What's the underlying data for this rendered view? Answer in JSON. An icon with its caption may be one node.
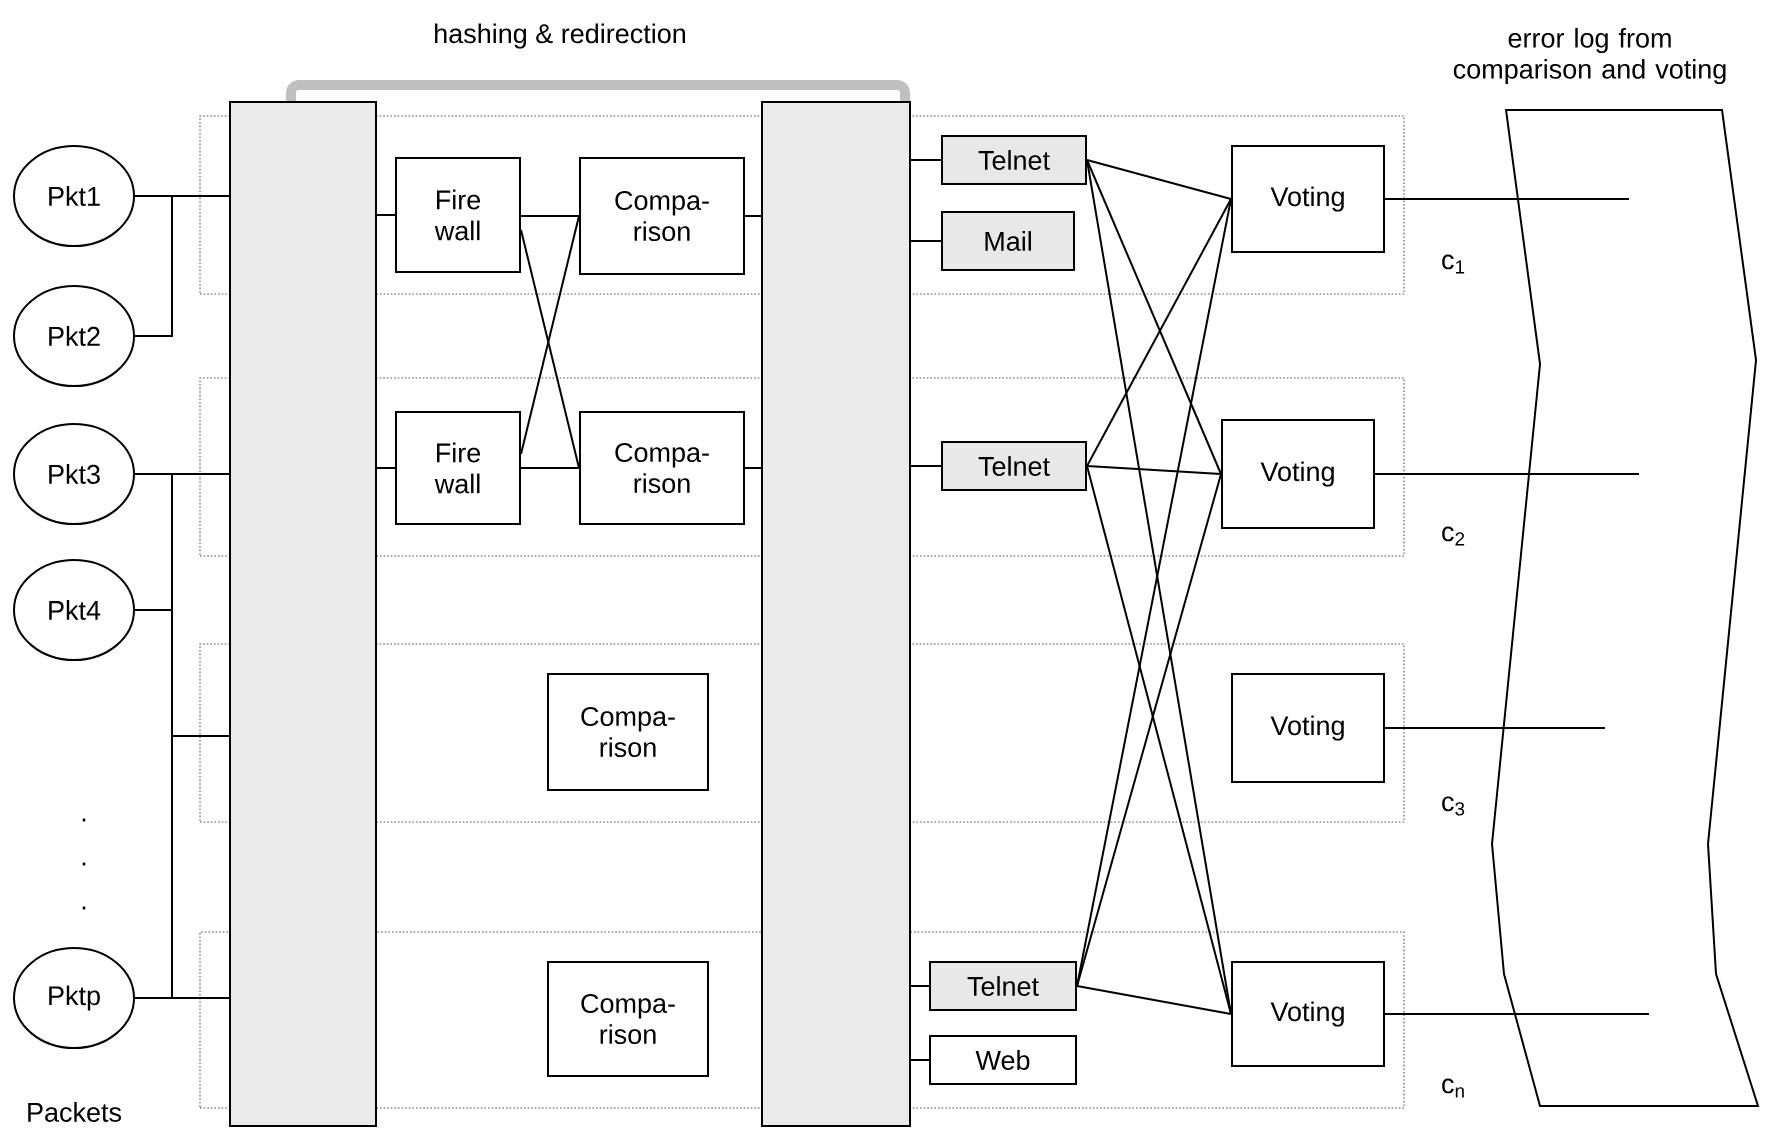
{
  "diagram": {
    "nodes": [
      {
        "text": [
          "Pkt1"
        ]
      },
      {
        "text": [
          "Pkt2"
        ]
      },
      {
        "text": [
          "Pkt3"
        ]
      },
      {
        "text": [
          "Pkt4"
        ]
      },
      {
        "text": [
          "Pktp"
        ]
      },
      {
        "text": [],
        "shape": "bar"
      },
      {
        "text": [],
        "shape": "bar"
      },
      {
        "text": [],
        "shape": "box",
        "beside": [
          "c$_{1}$"
        ]
      },
      {
        "text": [
          "Fire wall"
        ],
        "in": 7
      },
      {
        "text": [
          "Compa- rison"
        ],
        "in": 7
      },
      {
        "text": [
          "Telnet"
        ],
        "in": 7
      },
      {
        "text": [
          "Mail"
        ],
        "in": 7
      },
      {
        "text": [
          "Voting"
        ],
        "in": 7
      },
      {
        "text": [],
        "shape": "box",
        "beside": [
          "c$_{2}$"
        ]
      },
      {
        "text": [
          "Fire wall"
        ],
        "in": 13
      },
      {
        "text": [
          "Compa- rison"
        ],
        "in": 13
      },
      {
        "text": [
          "Telnet"
        ],
        "in": 13
      },
      {
        "text": [
          "Voting"
        ],
        "in": 13
      },
      {
        "text": [],
        "shape": "box",
        "beside": [
          "c$_{3}$"
        ]
      },
      {
        "text": [
          "Compa- rison"
        ],
        "in": 18
      },
      {
        "text": [
          "Voting"
        ],
        "in": 18
      },
      {
        "text": [],
        "shape": "box",
        "beside": [
          "c$_{n}$"
        ]
      },
      {
        "text": [
          "Compa- rison"
        ],
        "in": 21
      },
      {
        "text": [
          "Telnet"
        ],
        "in": 21
      },
      {
        "text": [
          "Web"
        ],
        "in": 21
      },
      {
        "text": [
          "Voting"
        ],
        "in": 21
      },
      {
        "text": [
          "error log from comparison and voting"
        ]
      }
    ],
    "edges": [
      {
        "from": 0,
        "to": 5,
        "arrow": "none"
      },
      {
        "from": 1,
        "to": 5,
        "arrow": "none"
      },
      {
        "from": 2,
        "to": 5,
        "arrow": "none"
      },
      {
        "from": 3,
        "to": 5,
        "arrow": "none"
      },
      {
        "from": 4,
        "to": 5,
        "arrow": "none"
      },
      {
        "from": 5,
        "to": 6,
        "arrow": "none",
        "label": "hashing & redirection",
        "style": "thick",
        "color": "#c0c0c0"
      },
      {
        "from": 5,
        "to": 8,
        "arrow": "none"
      },
      {
        "from": 5,
        "to": 14,
        "arrow": "none"
      },
      {
        "from": 8,
        "to": 9,
        "arrow": "none"
      },
      {
        "from": 8,
        "to": 15,
        "arrow": "none"
      },
      {
        "from": 14,
        "to": 9,
        "arrow": "none"
      },
      {
        "from": 14,
        "to": 15,
        "arrow": "none"
      },
      {
        "from": 9,
        "to": 6,
        "arrow": "none"
      },
      {
        "from": 15,
        "to": 6,
        "arrow": "none"
      },
      {
        "from": 6,
        "to": 10,
        "arrow": "none"
      },
      {
        "from": 6,
        "to": 11,
        "arrow": "none"
      },
      {
        "from": 6,
        "to": 16,
        "arrow": "none"
      },
      {
        "from": 6,
        "to": 23,
        "arrow": "none"
      },
      {
        "from": 6,
        "to": 24,
        "arrow": "none"
      },
      {
        "from": 10,
        "to": 12,
        "arrow": "none"
      },
      {
        "from": 10,
        "to": 17,
        "arrow": "none"
      },
      {
        "from": 10,
        "to": 25,
        "arrow": "none"
      },
      {
        "from": 16,
        "to": 12,
        "arrow": "none"
      },
      {
        "from": 16,
        "to": 17,
        "arrow": "none"
      },
      {
        "from": 16,
        "to": 25,
        "arrow": "none"
      },
      {
        "from": 23,
        "to": 12,
        "arrow": "none"
      },
      {
        "from": 23,
        "to": 17,
        "arrow": "none"
      },
      {
        "from": 23,
        "to": 25,
        "arrow": "none"
      },
      {
        "from": 12,
        "to": 26,
        "arrow": "none"
      },
      {
        "from": 17,
        "to": 26,
        "arrow": "none"
      },
      {
        "from": 20,
        "to": 26,
        "arrow": "none"
      },
      {
        "from": 25,
        "to": 26,
        "arrow": "none"
      }
    ],
    "labels": [
      ".",
      ".",
      ".",
      "Packets"
    ]
  }
}
